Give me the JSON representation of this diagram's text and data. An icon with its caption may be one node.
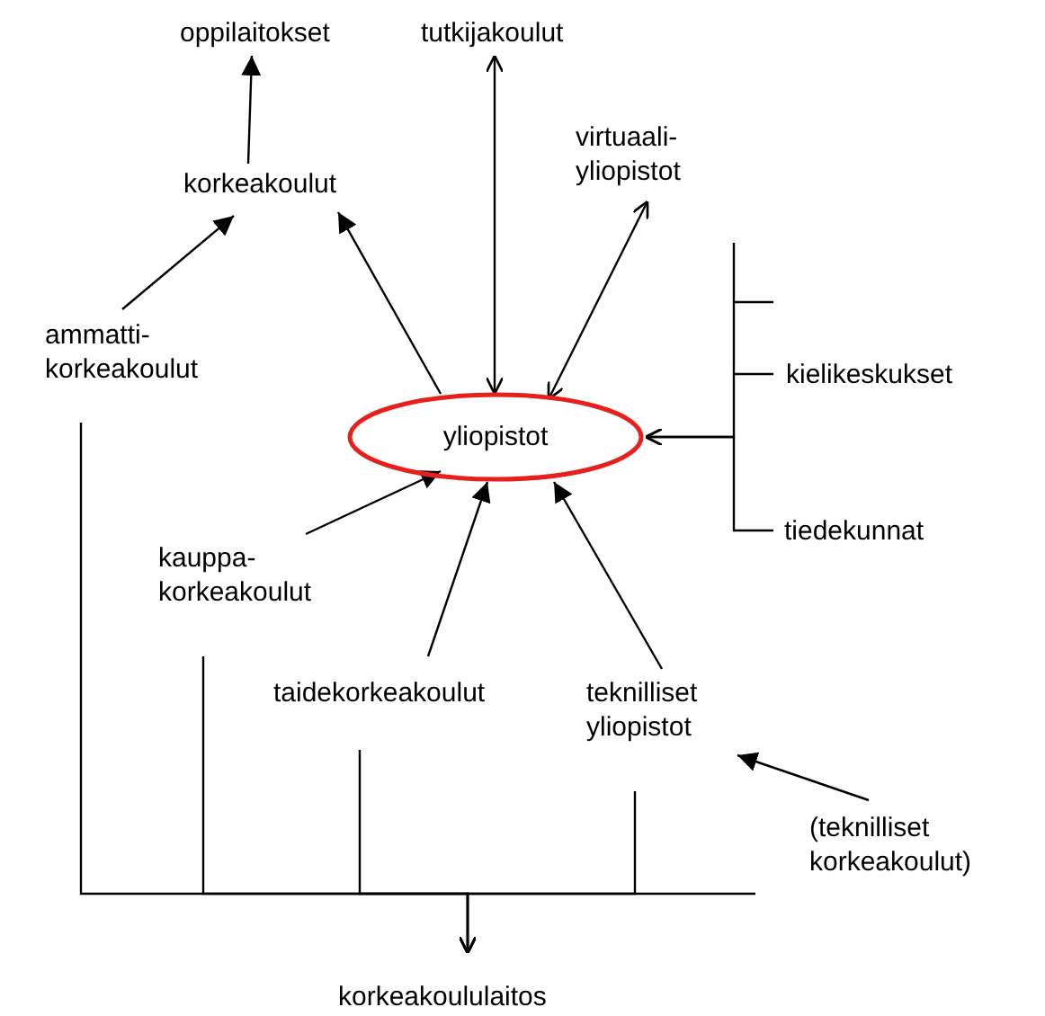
{
  "diagram": {
    "nodes": [
      {
        "text": [
          "oppilaitokset"
        ]
      },
      {
        "text": [
          "tutkijakoulut"
        ]
      },
      {
        "text": [
          "korkeakoulut"
        ]
      },
      {
        "text": [
          "virtuaali- yliopistot"
        ]
      },
      {
        "text": [
          "ammatti- korkeakoulut"
        ]
      },
      {
        "text": [
          "kielikeskukset"
        ]
      },
      {
        "text": [
          "yliopistot"
        ]
      },
      {
        "text": [
          "tiedekunnat"
        ]
      },
      {
        "text": [
          "kauppa- korkeakoulut"
        ]
      },
      {
        "text": [
          "taidekorkeakoulut"
        ]
      },
      {
        "text": [
          "teknilliset yliopistot"
        ]
      },
      {
        "text": [
          "(teknilliset korkeakoulut)"
        ]
      },
      {
        "text": [
          "korkeakoululaitos"
        ]
      }
    ],
    "edges": [
      {
        "from": 2,
        "to": 0,
        "arrow": "to"
      },
      {
        "from": 6,
        "to": 1,
        "arrow": "both"
      },
      {
        "from": 6,
        "to": 2,
        "arrow": "to"
      },
      {
        "from": 6,
        "to": 3,
        "arrow": "both"
      },
      {
        "from": 4,
        "to": 2,
        "arrow": "to"
      },
      {
        "from": 5,
        "to": 6,
        "arrow": "to"
      },
      {
        "from": 7,
        "to": 6,
        "arrow": "to"
      },
      {
        "from": 8,
        "to": 6,
        "arrow": "to"
      },
      {
        "from": 9,
        "to": 6,
        "arrow": "to"
      },
      {
        "from": 10,
        "to": 6,
        "arrow": "to"
      },
      {
        "from": 11,
        "to": 10,
        "arrow": "to"
      },
      {
        "from": 4,
        "to": 12,
        "arrow": "to"
      },
      {
        "from": 8,
        "to": 12,
        "arrow": "to"
      },
      {
        "from": 9,
        "to": 12,
        "arrow": "to"
      },
      {
        "from": 10,
        "to": 12,
        "arrow": "to"
      }
    ]
  }
}
